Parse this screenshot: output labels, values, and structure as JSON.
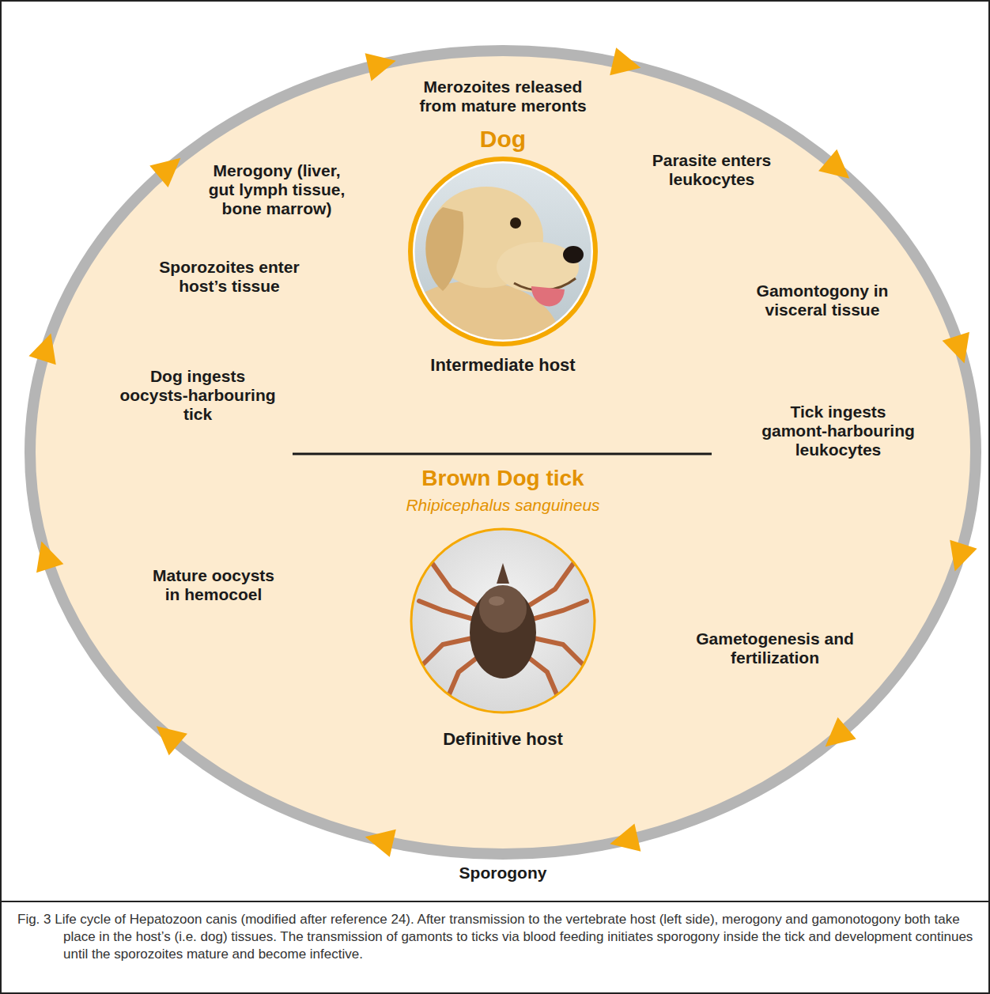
{
  "diagram": {
    "caption": "Fig. 3 Life cycle of Hepatozoon canis (modified after reference 24). After transmission to the vertebrate host (left side), merogony and gamonotogony both take place in the host’s (i.e. dog) tissues. The transmission of gamonts to ticks via blood feeding initiates sporogony inside the tick and development continues until the sporozoites mature and become infective.",
    "nodes": [
      {
        "text": [
          "Merozoites released from mature meronts",
          "Parasite enters leukocytes",
          "Gamontogony in visceral tissue",
          "Tick ingests gamont-harbouring leukocytes",
          "Gametogenesis and fertilization",
          "Mature oocysts in hemocoel",
          "Dog ingests oocysts-harbouring tick",
          "Sporozoites enter host’s tissue",
          "Merogony (liver, gut lymph tissue, bone marrow)",
          "Dog",
          "Intermediate host",
          "Brown Dog tick",
          "Rhipicephalus sanguineus",
          "Definitive host"
        ]
      }
    ],
    "labels": [
      "Sporogony"
    ]
  }
}
